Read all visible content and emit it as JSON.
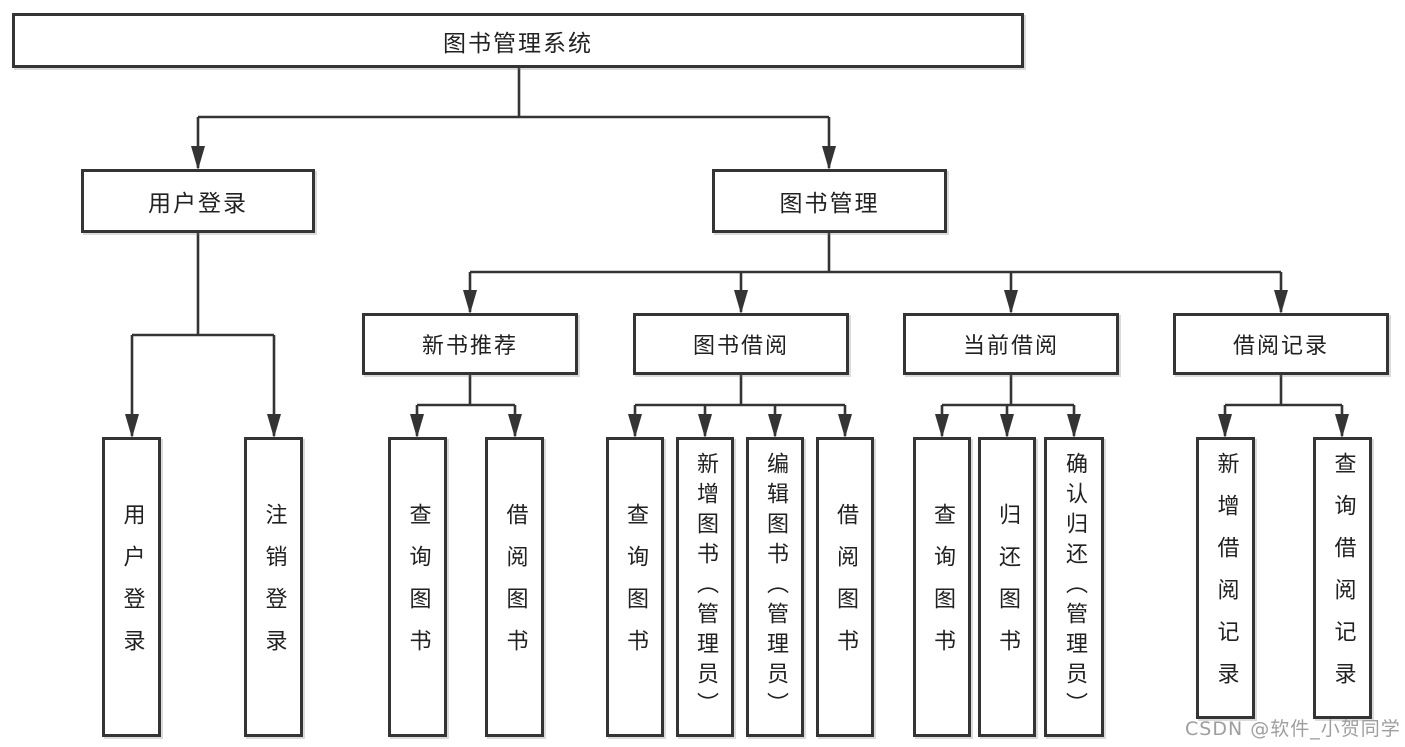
{
  "watermark": {
    "text": "CSDN @软件_小贺同学"
  },
  "colors": {
    "line": "#343434",
    "box_border": "#343434",
    "text": "#212121",
    "background": "#ffffff",
    "watermark": "#9e9e9e"
  },
  "tree": {
    "root": {
      "label": "图书管理系统",
      "children": [
        {
          "label": "用户登录",
          "children": [
            {
              "label": "用户登录"
            },
            {
              "label": "注销登录"
            }
          ]
        },
        {
          "label": "图书管理",
          "children": [
            {
              "label": "新书推荐",
              "children": [
                {
                  "label": "查询图书"
                },
                {
                  "label": "借阅图书"
                }
              ]
            },
            {
              "label": "图书借阅",
              "children": [
                {
                  "label": "查询图书"
                },
                {
                  "label": "新增图书（管理员）"
                },
                {
                  "label": "编辑图书（管理员）"
                },
                {
                  "label": "借阅图书"
                }
              ]
            },
            {
              "label": "当前借阅",
              "children": [
                {
                  "label": "查询图书"
                },
                {
                  "label": "归还图书"
                },
                {
                  "label": "确认归还（管理员）"
                }
              ]
            },
            {
              "label": "借阅记录",
              "children": [
                {
                  "label": "新增借阅记录"
                },
                {
                  "label": "查询借阅记录"
                }
              ]
            }
          ]
        }
      ]
    }
  }
}
